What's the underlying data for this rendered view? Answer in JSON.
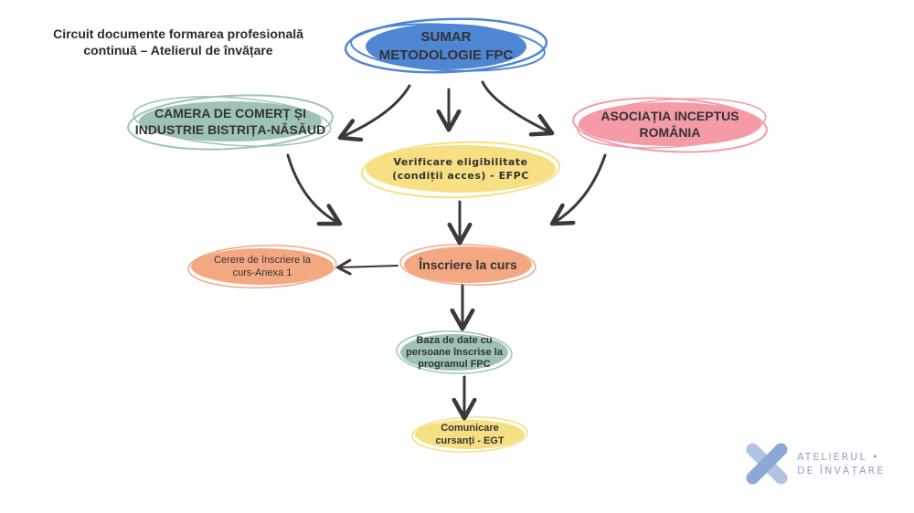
{
  "title": {
    "line1": "Circuit documente formarea profesională",
    "line2": "continuă – Atelierul de învățare"
  },
  "nodes": {
    "sumar": {
      "line1": "SUMAR",
      "line2": "METODOLOGIE FPC"
    },
    "camera": {
      "line1": "CAMERA DE COMERȚ ȘI",
      "line2": "INDUSTRIE BISTRIȚA-NĂSĂUD"
    },
    "asociatia": {
      "line1": "ASOCIAȚIA INCEPTUS",
      "line2": "ROMÂNIA"
    },
    "verificare": {
      "line1": "Verificare eligibilitate",
      "line2": "(condiții acces) - EFPC"
    },
    "inscriere": {
      "line1": "Înscriere la curs"
    },
    "cerere": {
      "line1": "Cerere de înscriere la",
      "line2": "curs-Anexa 1"
    },
    "baza": {
      "line1": "Baza de date cu",
      "line2": "persoane înscrise la",
      "line3": "programul FPC"
    },
    "comunicare": {
      "line1": "Comunicare",
      "line2": "cursanți - EGT"
    }
  },
  "logo": {
    "line1": "ATELIERUL •",
    "line2": "DE ÎNVĂȚARE"
  },
  "colors": {
    "blue": "#4f86d4",
    "green": "#9ec3b5",
    "pink": "#f59aa7",
    "yellow": "#f7df83",
    "orange": "#f4a882",
    "arrow": "#3a3a3a",
    "logo": "#a9bfe0"
  }
}
